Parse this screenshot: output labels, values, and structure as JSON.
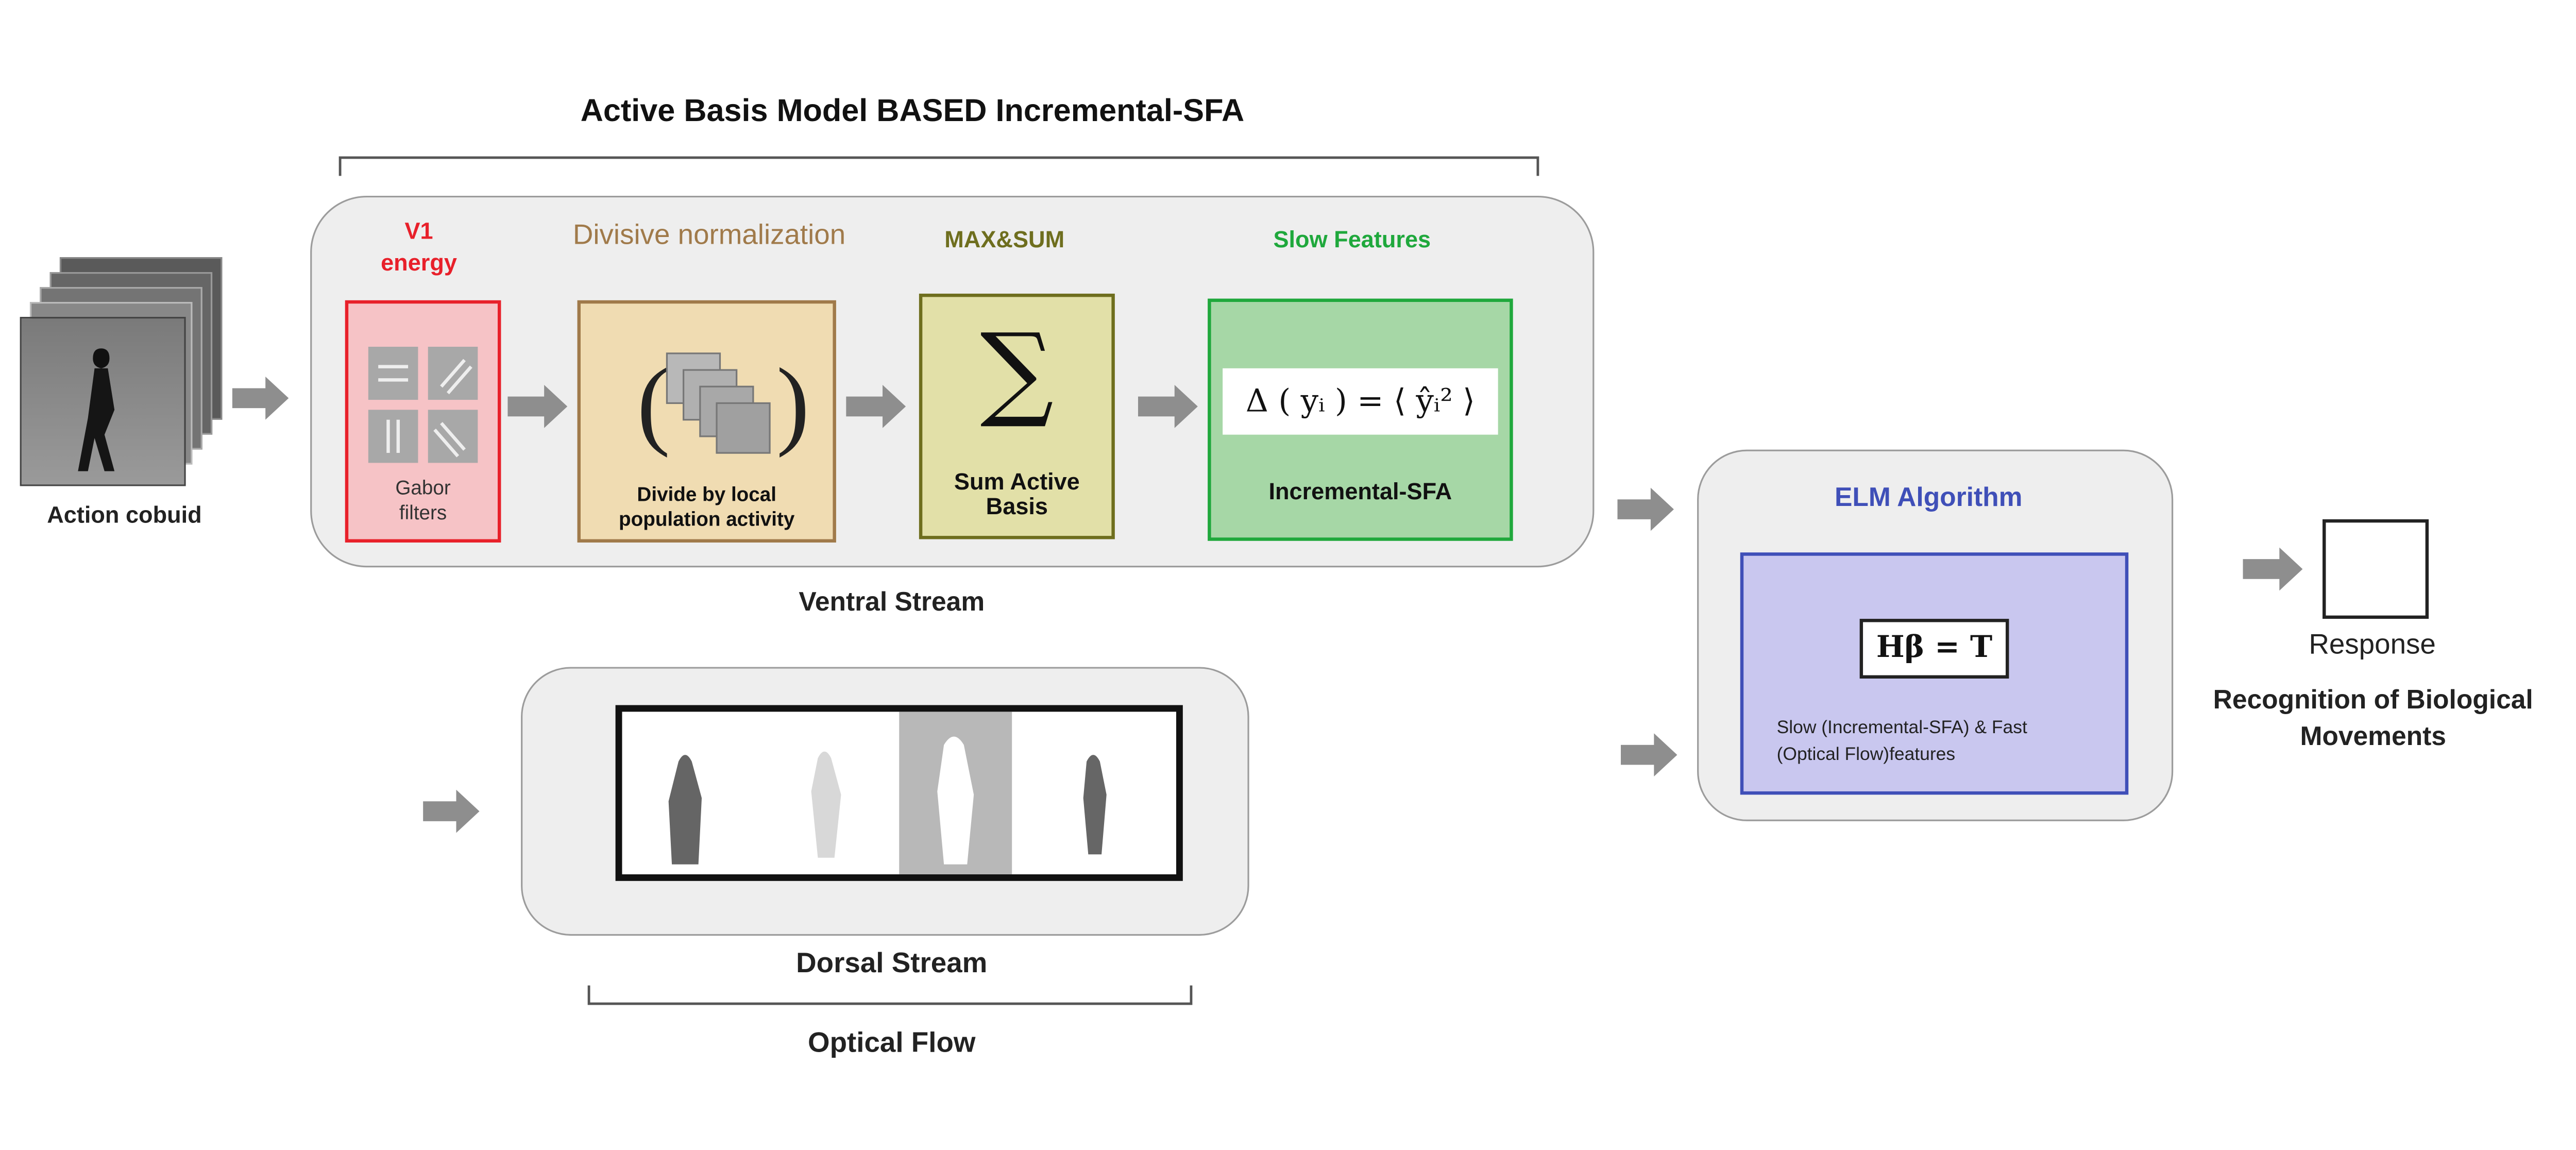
{
  "top_title": "Active Basis Model BASED Incremental-SFA",
  "input": {
    "label": "Action cobuid"
  },
  "ventral": {
    "label": "Ventral Stream",
    "stages": {
      "v1": {
        "title_line1": "V1",
        "title_line2": "energy",
        "box_line1": "Gabor",
        "box_line2": "filters",
        "color": "#e8202a",
        "fill": "#f6c3c6"
      },
      "divnorm": {
        "title": "Divisive normalization",
        "box_line1": "Divide by local",
        "box_line2": "population activity",
        "color": "#a07a4a",
        "fill": "#f0dcb2"
      },
      "maxsum": {
        "title": "MAX&SUM",
        "box_line1": "Sum Active",
        "box_line2": "Basis",
        "color": "#6e6e1e",
        "fill": "#e2e0a8"
      },
      "slow": {
        "title": "Slow Features",
        "formula": "Δ ( yᵢ ) = ⟨ ŷᵢ² ⟩",
        "box_label": "Incremental-SFA",
        "color": "#1fa83c",
        "fill": "#a6d7a6"
      }
    }
  },
  "dorsal": {
    "label": "Dorsal Stream",
    "sub_label": "Optical Flow"
  },
  "elm": {
    "title": "ELM Algorithm",
    "formula": "Hβ = T",
    "desc_line1": "Slow (Incremental-SFA) & Fast",
    "desc_line2": "(Optical Flow)features",
    "color": "#3f4fb8",
    "fill": "#c9c7ef"
  },
  "response": {
    "label": "Response",
    "title_line1": "Recognition of Biological",
    "title_line2": "Movements"
  },
  "arrow_color": "#8e8e8e"
}
